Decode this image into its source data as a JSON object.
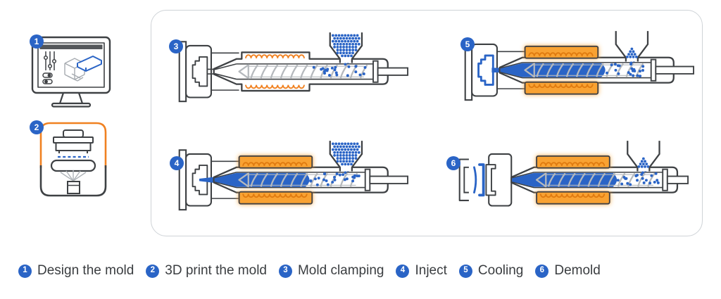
{
  "colors": {
    "blue": "#2A64C6",
    "orange": "#F08121",
    "heater_fill": "#F9A233",
    "heater_coil": "#E07B10",
    "outline": "#3E4144",
    "gray": "#B5B9BD",
    "panel_border": "#CFD3D7",
    "text": "#3A3D40"
  },
  "side_illustrations": [
    {
      "step": 1,
      "name": "design-the-mold-monitor"
    },
    {
      "step": 2,
      "name": "3d-print-the-mold-printer"
    }
  ],
  "diagram": {
    "panels": [
      {
        "step": 3,
        "state": "mold-clamping",
        "heater_active": false,
        "molten": false,
        "mold_open": false,
        "hopper_level": "full"
      },
      {
        "step": 4,
        "state": "inject",
        "heater_active": true,
        "molten": true,
        "mold_open": false,
        "hopper_level": "full"
      },
      {
        "step": 5,
        "state": "cooling",
        "heater_active": true,
        "molten": true,
        "mold_open": false,
        "hopper_level": "low"
      },
      {
        "step": 6,
        "state": "demold",
        "heater_active": true,
        "molten": true,
        "mold_open": true,
        "hopper_level": "low"
      }
    ]
  },
  "legend": {
    "items": [
      {
        "number": 1,
        "label": "Design the mold"
      },
      {
        "number": 2,
        "label": "3D print the mold"
      },
      {
        "number": 3,
        "label": "Mold clamping"
      },
      {
        "number": 4,
        "label": "Inject"
      },
      {
        "number": 5,
        "label": "Cooling"
      },
      {
        "number": 6,
        "label": "Demold"
      }
    ]
  }
}
